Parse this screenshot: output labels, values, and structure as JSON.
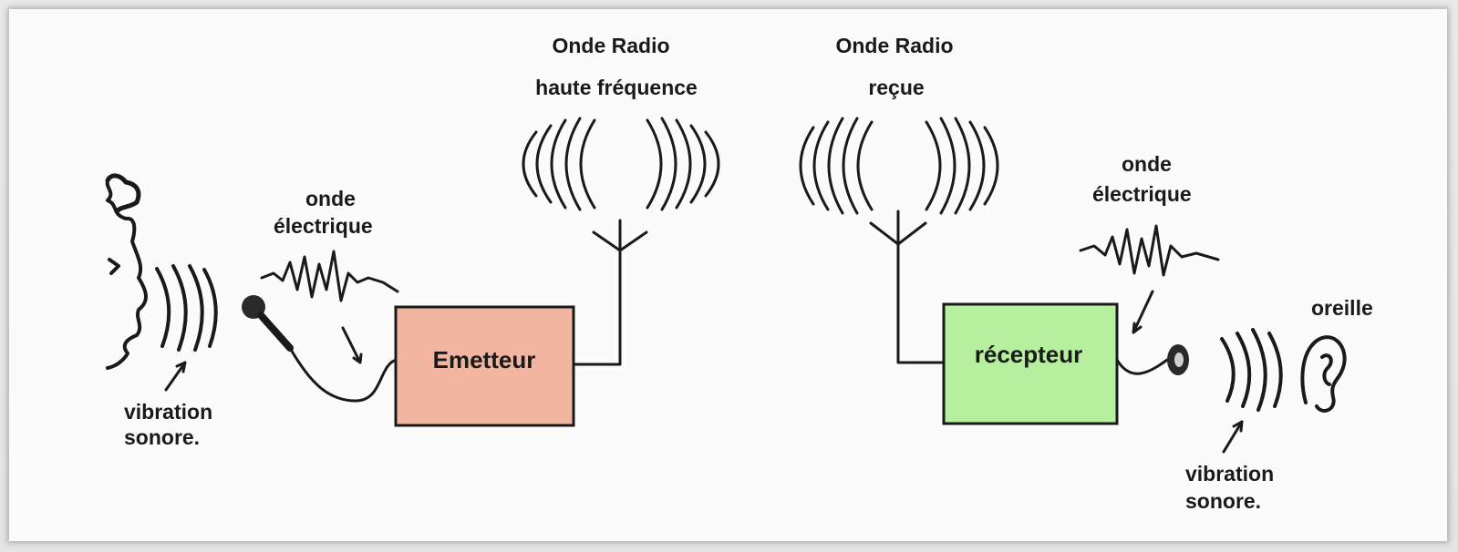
{
  "labels": {
    "radio_emit_line1": "Onde Radio",
    "radio_emit_line2": "haute fréquence",
    "radio_recv_line1": "Onde Radio",
    "radio_recv_line2": "reçue",
    "elec_left_line1": "onde",
    "elec_left_line2": "électrique",
    "elec_right_line1": "onde",
    "elec_right_line2": "électrique",
    "vib_left_line1": "vibration",
    "vib_left_line2": "sonore.",
    "vib_right_line1": "vibration",
    "vib_right_line2": "sonore.",
    "ear": "oreille"
  },
  "boxes": {
    "emitter": {
      "label": "Emetteur",
      "color": "#f2b5a0"
    },
    "receiver": {
      "label": "récepteur",
      "color": "#b6ef9e"
    }
  }
}
